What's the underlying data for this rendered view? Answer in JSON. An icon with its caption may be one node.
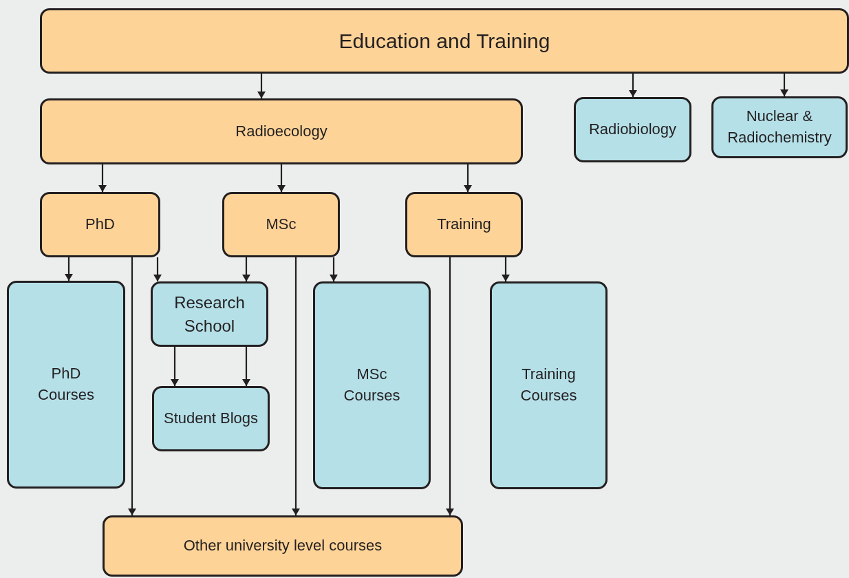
{
  "diagram": {
    "nodes": [
      {
        "text": [
          "Education and Training"
        ]
      },
      {
        "text": [
          "Radioecology"
        ]
      },
      {
        "text": [
          "Radiobiology"
        ]
      },
      {
        "text": [
          "Nuclear & Radiochemistry"
        ]
      },
      {
        "text": [
          "PhD"
        ]
      },
      {
        "text": [
          "MSc"
        ]
      },
      {
        "text": [
          "Training"
        ]
      },
      {
        "text": [
          "PhD Courses"
        ]
      },
      {
        "text": [
          "Research School"
        ]
      },
      {
        "text": [
          "Student Blogs"
        ]
      },
      {
        "text": [
          "MSc Courses"
        ]
      },
      {
        "text": [
          "Training Courses"
        ]
      },
      {
        "text": [
          "Other university level courses"
        ]
      }
    ],
    "edges": [
      {
        "from": 0,
        "to": 1,
        "arrow": "to"
      },
      {
        "from": 0,
        "to": 2,
        "arrow": "to"
      },
      {
        "from": 0,
        "to": 3,
        "arrow": "to"
      },
      {
        "from": 1,
        "to": 4,
        "arrow": "to"
      },
      {
        "from": 1,
        "to": 5,
        "arrow": "to"
      },
      {
        "from": 1,
        "to": 6,
        "arrow": "to"
      },
      {
        "from": 4,
        "to": 7,
        "arrow": "to"
      },
      {
        "from": 4,
        "to": 8,
        "arrow": "to"
      },
      {
        "from": 4,
        "to": 12,
        "arrow": "to"
      },
      {
        "from": 5,
        "to": 8,
        "arrow": "to"
      },
      {
        "from": 5,
        "to": 10,
        "arrow": "to"
      },
      {
        "from": 5,
        "to": 12,
        "arrow": "to"
      },
      {
        "from": 6,
        "to": 11,
        "arrow": "to"
      },
      {
        "from": 6,
        "to": 12,
        "arrow": "to"
      },
      {
        "from": 8,
        "to": 9,
        "arrow": "to"
      },
      {
        "from": 8,
        "to": 9,
        "arrow": "to"
      }
    ]
  }
}
